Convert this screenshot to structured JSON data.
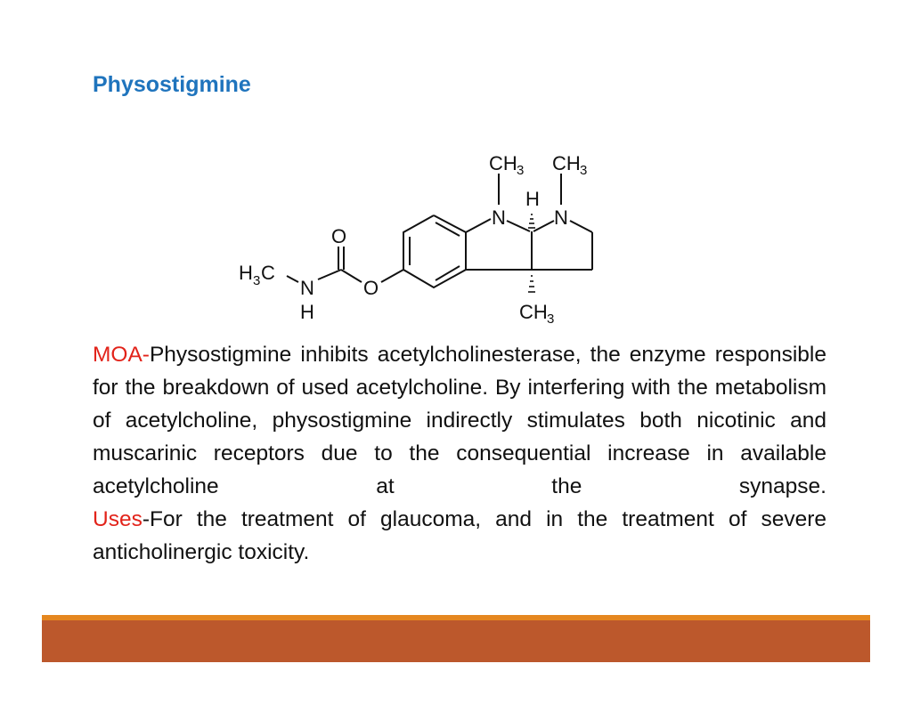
{
  "title": "Physostigmine",
  "structure": {
    "n_methyl_top_left": "CH",
    "n_methyl_top_left_sub": "3",
    "n_methyl_top_right": "CH",
    "n_methyl_top_right_sub": "3",
    "h_stereo": "H",
    "n1": "N",
    "n2": "N",
    "c_methyl_bottom": "CH",
    "c_methyl_bottom_sub": "3",
    "carbonyl_o": "O",
    "ester_o": "O",
    "amide_n": "N",
    "amide_h": "H",
    "methyl_h": "H",
    "methyl_h_sub": "3",
    "methyl_c": "C"
  },
  "body": {
    "moa_label": "MOA-",
    "moa_text": "Physostigmine inhibits acetylcholinesterase, the enzyme responsible for the breakdown of used acetylcholine. By interfering with the metabolism of acetylcholine, physostigmine indirectly stimulates both nicotinic and muscarinic receptors due to the consequential increase in available acetylcholine at the synapse.",
    "uses_label": "Uses",
    "uses_text": "-For the treatment of glaucoma, and in the treatment of severe anticholinergic toxicity."
  },
  "colors": {
    "title": "#1f74bd",
    "label_red": "#e2231a",
    "bar_orange": "#e5871f",
    "bar_rust": "#bc582c"
  }
}
